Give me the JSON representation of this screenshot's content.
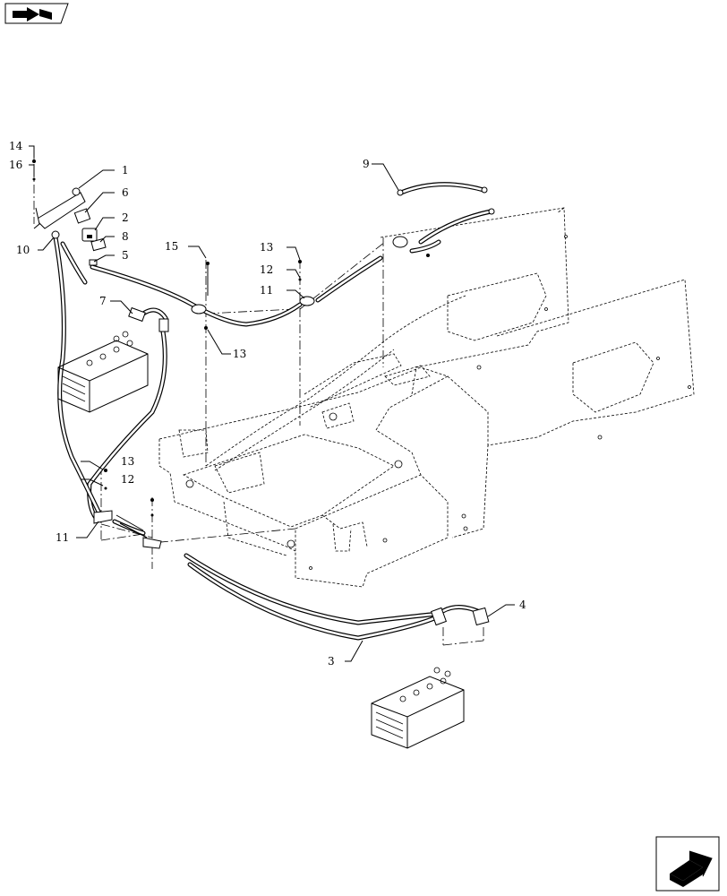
{
  "callouts": [
    {
      "id": "c1",
      "label": "1"
    },
    {
      "id": "c2",
      "label": "2"
    },
    {
      "id": "c3",
      "label": "3"
    },
    {
      "id": "c4",
      "label": "4"
    },
    {
      "id": "c5",
      "label": "5"
    },
    {
      "id": "c6",
      "label": "6"
    },
    {
      "id": "c7",
      "label": "7"
    },
    {
      "id": "c8",
      "label": "8"
    },
    {
      "id": "c9",
      "label": "9"
    },
    {
      "id": "c10",
      "label": "10"
    },
    {
      "id": "c11a",
      "label": "11"
    },
    {
      "id": "c11b",
      "label": "11"
    },
    {
      "id": "c12a",
      "label": "12"
    },
    {
      "id": "c12b",
      "label": "12"
    },
    {
      "id": "c13a",
      "label": "13"
    },
    {
      "id": "c13b",
      "label": "13"
    },
    {
      "id": "c13c",
      "label": "13"
    },
    {
      "id": "c14",
      "label": "14"
    },
    {
      "id": "c15",
      "label": "15"
    },
    {
      "id": "c16",
      "label": "16"
    }
  ],
  "icons": {
    "top_left": "book-arrow-icon",
    "bottom_right": "next-page-arrow-icon"
  }
}
